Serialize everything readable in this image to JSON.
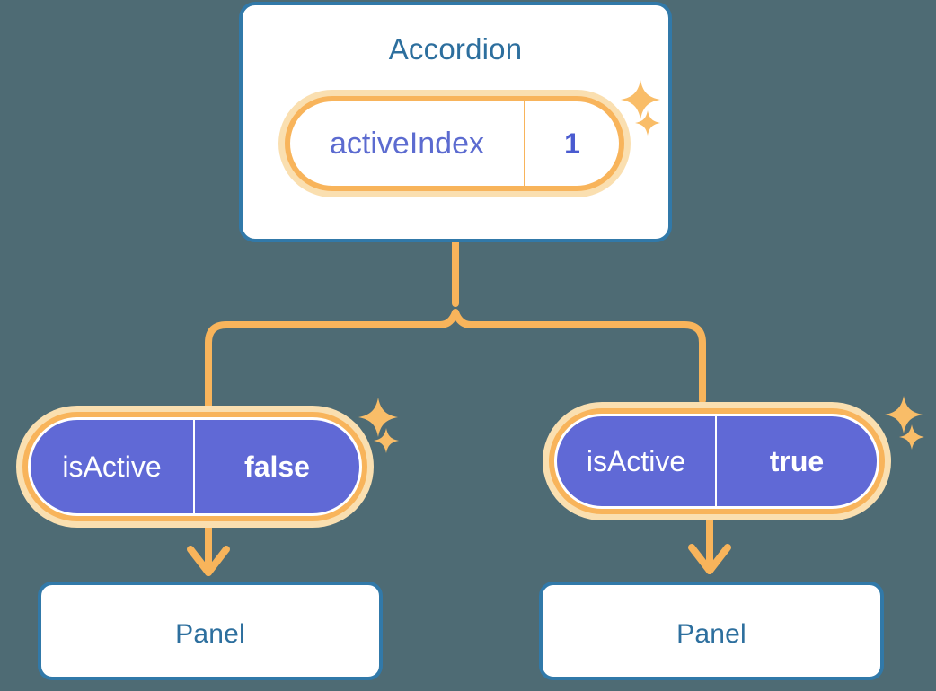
{
  "background_color": "#4e6b74",
  "palette": {
    "card_border": "#3179a9",
    "card_bg": "#ffffff",
    "title_text": "#2d6f9e",
    "pill_ring": "#f8b45b",
    "pill_halo": "#fadfb0",
    "pill_child_fill": "#6069d6",
    "indigo_text": "#5c6bd0",
    "white_text": "#ffffff",
    "connector": "#f8b45b",
    "sparkle": "#f9bd68"
  },
  "diagram": {
    "type": "component-tree",
    "root": {
      "name": "accordion-card",
      "title": "Accordion",
      "state_pill": {
        "key": "activeIndex",
        "value": "1",
        "style": "white-body-highlighted"
      }
    },
    "children": [
      {
        "name": "accordion-item-left",
        "state_pill": {
          "key": "isActive",
          "value": "false",
          "style": "indigo-body-highlighted"
        },
        "panel": {
          "title": "Panel"
        }
      },
      {
        "name": "accordion-item-right",
        "state_pill": {
          "key": "isActive",
          "value": "true",
          "style": "indigo-body-highlighted"
        },
        "panel": {
          "title": "Panel"
        }
      }
    ],
    "connectors": [
      {
        "from": "accordion-card",
        "to": "accordion-item-left",
        "kind": "elbow-branch"
      },
      {
        "from": "accordion-card",
        "to": "accordion-item-right",
        "kind": "elbow-branch"
      },
      {
        "from": "accordion-item-left",
        "to": "panel-left",
        "kind": "arrow-down"
      },
      {
        "from": "accordion-item-right",
        "to": "panel-right",
        "kind": "arrow-down"
      }
    ],
    "sparkle_icons": [
      {
        "name": "sparkle-icon-accordion-large"
      },
      {
        "name": "sparkle-icon-accordion-small"
      },
      {
        "name": "sparkle-icon-left-large"
      },
      {
        "name": "sparkle-icon-left-small"
      },
      {
        "name": "sparkle-icon-right-large"
      },
      {
        "name": "sparkle-icon-right-small"
      }
    ]
  }
}
